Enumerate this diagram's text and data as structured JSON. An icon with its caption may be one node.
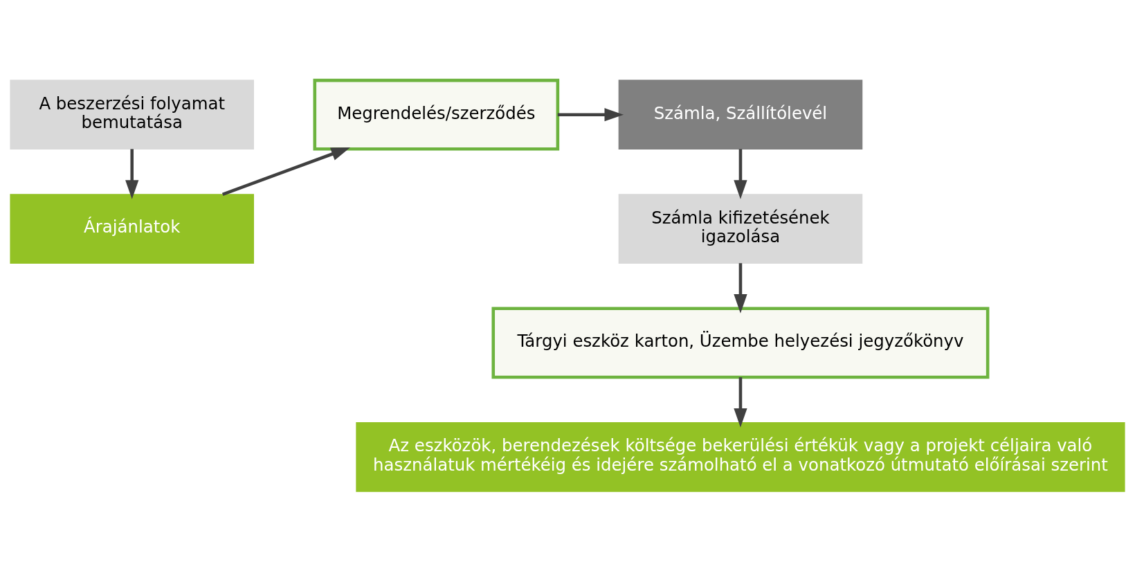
{
  "diagram": {
    "nodes": [
      {
        "text": [
          "A beszerzési folyamat bemutatása"
        ]
      },
      {
        "text": [
          "Árajánlatok"
        ]
      },
      {
        "text": [
          "Megrendelés/szerződés"
        ]
      },
      {
        "text": [
          "Számla, Szállítólevél"
        ]
      },
      {
        "text": [
          "Számla kifizetésének igazolása"
        ]
      },
      {
        "text": [
          "Tárgyi eszköz karton, Üzembe helyezési jegyzőkönyv"
        ]
      },
      {
        "text": [
          "Az eszközök, berendezések költsége bekerülési értékük vagy a projekt céljaira való használatuk mértékéig és idejére számolható el a vonatkozó útmutató előírásai szerint"
        ]
      }
    ],
    "edges": [
      {
        "from": 0,
        "to": 1,
        "arrow": "to"
      },
      {
        "from": 1,
        "to": 2,
        "arrow": "to"
      },
      {
        "from": 2,
        "to": 3,
        "arrow": "to"
      },
      {
        "from": 3,
        "to": 4,
        "arrow": "to"
      },
      {
        "from": 4,
        "to": 5,
        "arrow": "to"
      },
      {
        "from": 5,
        "to": 6,
        "arrow": "to"
      }
    ]
  }
}
